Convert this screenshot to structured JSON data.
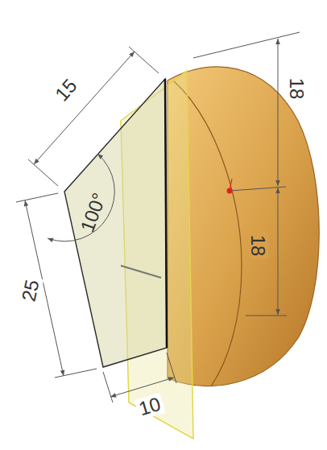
{
  "diagram": {
    "labels": [
      "15",
      "100°",
      "25",
      "10",
      "18",
      "18"
    ]
  }
}
